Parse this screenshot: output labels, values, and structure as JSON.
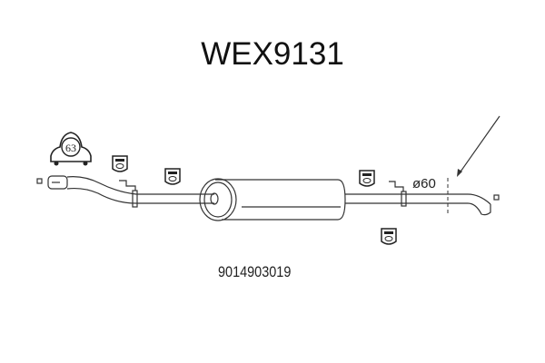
{
  "title": "WEX9131",
  "part_number": "9014903019",
  "labels": {
    "diameter": "ø60",
    "clamp_size": "63"
  }
}
